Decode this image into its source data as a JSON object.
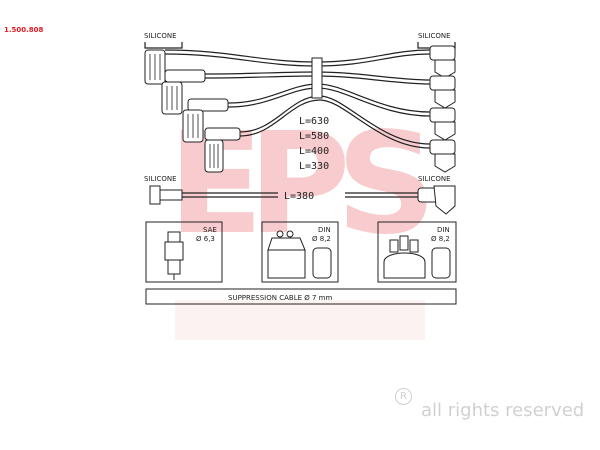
{
  "part_number": "1.500.808",
  "wm_letters": [
    "E",
    "P",
    "S"
  ],
  "labels": {
    "silicone_tl": "SILICONE",
    "silicone_tr": "SILICONE",
    "silicone_ml": "SILICONE",
    "silicone_mr": "SILICONE",
    "len_630": "L=630",
    "len_580": "L=580",
    "len_400": "L=400",
    "len_330": "L=330",
    "len_380": "L=380",
    "sae": "SAE",
    "sae_dia": "Ø 6,3",
    "din1": "DIN",
    "din1_dia": "Ø 8,2",
    "din2": "DIN",
    "din2_dia": "Ø 8,2",
    "suppression": "SUPPRESSION CABLE  Ø  7 mm"
  },
  "rights_text": "all rights reserved",
  "reg_mark": "R",
  "colors": {
    "watermark": "#e31b23",
    "line": "#222222",
    "rights": "#d0d0d0"
  }
}
